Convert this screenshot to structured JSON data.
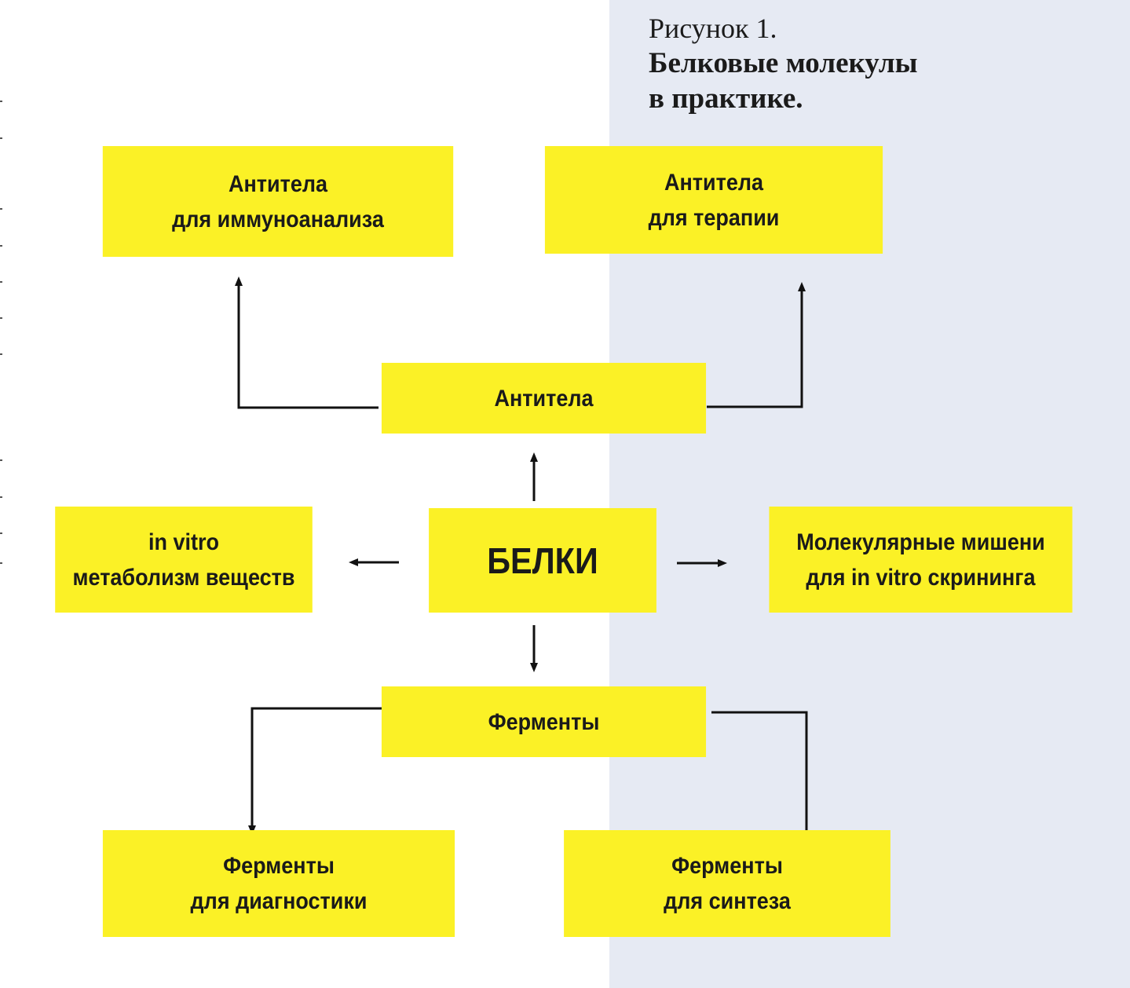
{
  "figure": {
    "number": "Рисунок 1.",
    "title_line1": "Белковые молекулы",
    "title_line2": "в практике."
  },
  "nodes": {
    "center": "БЕЛКИ",
    "antibodies": "Антитела",
    "enzymes": "Ферменты",
    "antibodies_immuno": {
      "line1": "Антитела",
      "line2": "для иммуноанализа"
    },
    "antibodies_therapy": {
      "line1": "Антитела",
      "line2": "для терапии"
    },
    "in_vitro_metabolism": {
      "line1": "in vitro",
      "line2": "метаболизм веществ"
    },
    "molecular_targets": {
      "line1": "Молекулярные мишени",
      "line2": "для in vitro скрининга"
    },
    "enzymes_diagnostics": {
      "line1": "Ферменты",
      "line2": "для диагностики"
    },
    "enzymes_synthesis": {
      "line1": "Ферменты",
      "line2": "для синтеза"
    }
  },
  "colors": {
    "box_fill": "#fbf126",
    "right_panel": "#e6eaf3",
    "arrow": "#111111"
  }
}
